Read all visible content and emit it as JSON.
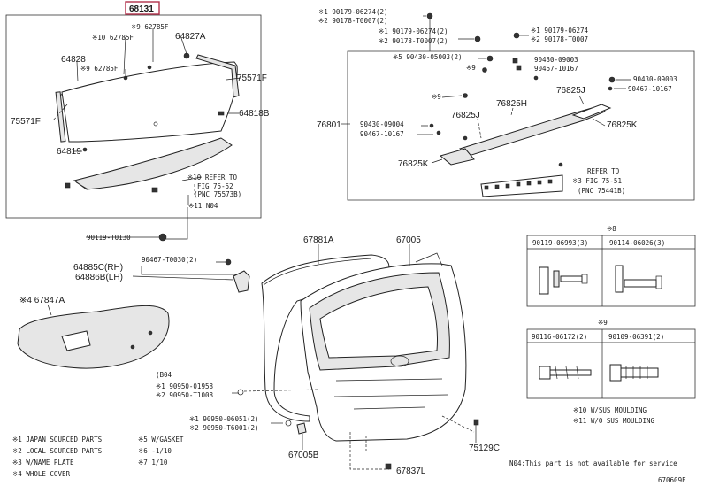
{
  "callouts": {
    "glass_group": "68131",
    "glass_top_a": "※9 62785F",
    "glass_top_b": "※10 62785F",
    "glass_top_c": "64827A",
    "glass_left_a": "64828",
    "glass_left_b": "※9 62785F",
    "glass_left_c": "75571F",
    "glass_right_a": "75571F",
    "glass_right_b": "64818B",
    "glass_bottom": "64819",
    "glass_refer_1": "※10 REFER TO",
    "glass_refer_2": "FIG 75-52",
    "glass_refer_3": "(PNC 75573B)",
    "glass_no4": "※11 N04",
    "bolt_a": "90119-T0130",
    "hinge_clip": "90467-T0030(2)",
    "hinge_rh": "64885C(RH)",
    "hinge_lh": "64886B(LH)",
    "cover": "※4 67847A",
    "weather_strip": "67881A",
    "door_panel": "67005",
    "bumper_a": "(B04",
    "bumper_b": "※1 90950-01958",
    "bumper_c": "※2 90950-T1008",
    "plug_a": "※1 90950-06051(2)",
    "plug_b": "※2 90950-T6001(2)",
    "door_lower": "67005B",
    "cap": "75129C",
    "lower_part": "67837L",
    "mold_top_a": "※1 90179-06274(2)",
    "mold_top_b": "※2 90178-T0007(2)",
    "mold_top_c": "※1 90179-06274",
    "mold_top_d": "※2 90178-T0007",
    "mold_a": "※1 90179-06274(2)",
    "mold_b": "※2 90178-T0007(2)",
    "mold_c": "※5 90430-05003(2)",
    "mold_d": "90430-09003",
    "mold_e": "90467-10167",
    "mold_f": "90430-09003",
    "mold_g": "90467-10167",
    "mold_h": "76825J",
    "mold_i": "76825J",
    "mold_j": "76825H",
    "mold_k": "76801",
    "mold_l": "90430-09004",
    "mold_m": "90467-10167",
    "mold_n": "76825K",
    "mold_o": "76825K",
    "mold_refer_1": "REFER TO",
    "mold_refer_2": "※3 FIG 75-51",
    "mold_refer_3": "(PNC 75441B)",
    "mark_5": "※5",
    "mark_9": "※9",
    "mark_8": "※8"
  },
  "fastener_tables": [
    {
      "label": "※8",
      "headers": [
        "90119-06993(3)",
        "90114-06026(3)"
      ]
    },
    {
      "label": "※9",
      "headers": [
        "90116-06172(2)",
        "90109-06391(2)"
      ]
    }
  ],
  "legend_right": [
    "※10 W/SUS MOULDING",
    "※11 W/O SUS MOULDING"
  ],
  "legend_left": [
    "※1 JAPAN SOURCED PARTS",
    "※2 LOCAL SOURCED PARTS",
    "※3 W/NAME PLATE",
    "※4 WHOLE COVER"
  ],
  "legend_mid": [
    "※5 W/GASKET",
    "※6        -1/10",
    "※7  1/10"
  ],
  "note": "N04:This part is not available for service",
  "figure_id": "670609E"
}
